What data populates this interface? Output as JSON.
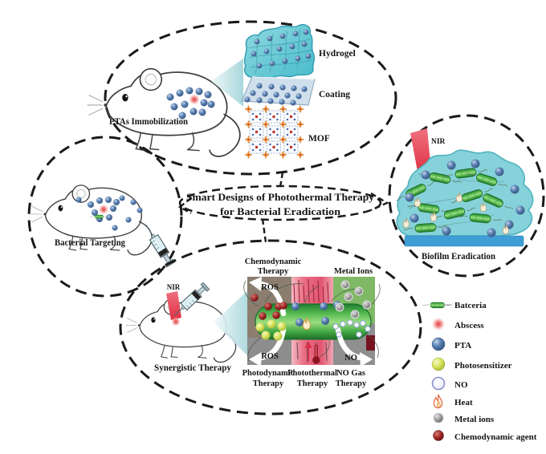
{
  "title": {
    "line1": "Smart Designs of Photothermal Therapy",
    "line2": "for Bacterial Eradication"
  },
  "sections": {
    "ptas": {
      "label": "PTAs Immobilization",
      "items": [
        {
          "icon": "hydrogel-icon",
          "label": "Hydrogel"
        },
        {
          "icon": "coating-icon",
          "label": "Coating"
        },
        {
          "icon": "mof-icon",
          "label": "MOF"
        }
      ]
    },
    "targeting": {
      "label": "Bacterial Targeting"
    },
    "biofilm": {
      "label": "Biofilm Eradication",
      "nir_label": "NIR"
    },
    "synergistic": {
      "label": "Synergistic Therapy",
      "nir_label": "NIR",
      "panel": {
        "chemodynamic_line1": "Chemodynamic",
        "chemodynamic_line2": "Therapy",
        "metal_ions": "Metal Ions",
        "photodynamic_line1": "Photodynamic",
        "photodynamic_line2": "Therapy",
        "photothermal_line1": "Photothermal",
        "photothermal_line2": "Therapy",
        "no_gas_line1": "NO Gas",
        "no_gas_line2": "Therapy",
        "ros_top": "ROS",
        "ros_bottom": "ROS",
        "no_arrow": "NO"
      }
    }
  },
  "legend": {
    "items": [
      {
        "icon": "bacteria-icon",
        "label": "Batceria"
      },
      {
        "icon": "abscess-icon",
        "label": "Abscess"
      },
      {
        "icon": "pta-icon",
        "label": "PTA"
      },
      {
        "icon": "photosensitizer-icon",
        "label": "Photosensitizer"
      },
      {
        "icon": "no-icon",
        "label": "NO"
      },
      {
        "icon": "heat-icon",
        "label": "Heat"
      },
      {
        "icon": "metal-ions-icon",
        "label": "Metal ions"
      },
      {
        "icon": "chemodynamic-agent-icon",
        "label": "Chemodynamic agent"
      }
    ]
  },
  "colors": {
    "ellipse_stroke": "#1a1a1a",
    "nir_red": "#d93a44",
    "magnifier_cone_teal": "#bfe3e6",
    "hydrogel_teal": "#58c2cf",
    "coating_blue": "#c9dbe9",
    "biofilm_teal": "#86d2da",
    "substrate_blue": "#3f9ed6",
    "bacteria_green": "#3fae4e",
    "pta_blue": "#5b82b4",
    "photosensitizer_yellow": "#d9e45f",
    "metal_gray": "#9a9a9a",
    "chemodynamic_red": "#8f1d1d",
    "abscess_red": "#e85050",
    "panel_chemo_bg": "#8b7e6f",
    "panel_gray_bg": "#8d8d8d",
    "panel_pink": "#e6647c",
    "panel_green": "#7fb966",
    "ros_yellow": "#e8d84a",
    "no_blue": "#6876b8"
  }
}
